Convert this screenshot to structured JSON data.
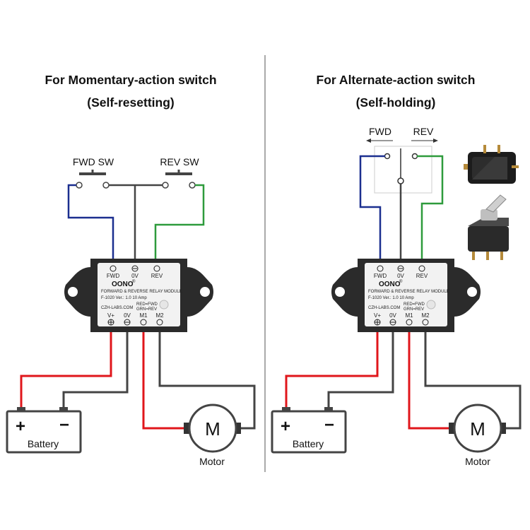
{
  "colors": {
    "red": "#e0161b",
    "blue": "#1b2f8f",
    "green": "#2e9b3c",
    "wire_gray": "#444444",
    "divider": "#aaaaaa",
    "housing": "#2b2b2b",
    "label_panel": "#f2f2f2"
  },
  "left_panel": {
    "title_line1": "For Momentary-action switch",
    "title_line2": "(Self-resetting)",
    "fwd_switch_label": "FWD SW",
    "rev_switch_label": "REV SW"
  },
  "right_panel": {
    "title_line1": "For Alternate-action switch",
    "title_line2": "(Self-holding)",
    "fwd_label": "FWD",
    "rev_label": "REV",
    "rocker_switch_icon": "rocker-switch-icon",
    "toggle_switch_icon": "toggle-switch-icon"
  },
  "module": {
    "top_terminals": [
      "FWD",
      "0V",
      "REV"
    ],
    "brand": "OONO",
    "registered": "®",
    "model_title": "FORWARD & REVERSE RELAY MODULE",
    "version_text": "F-1020 Ver.: 1.0  10 Amp",
    "led_text_1": "RED=FWD",
    "led_text_2": "GRN=REV",
    "website": "CZH-LABS.COM",
    "bottom_terminals": [
      "V+",
      "0V",
      "M1",
      "M2"
    ]
  },
  "battery": {
    "label": "Battery",
    "plus": "+",
    "minus": "−"
  },
  "motor": {
    "symbol": "M",
    "label": "Motor"
  }
}
